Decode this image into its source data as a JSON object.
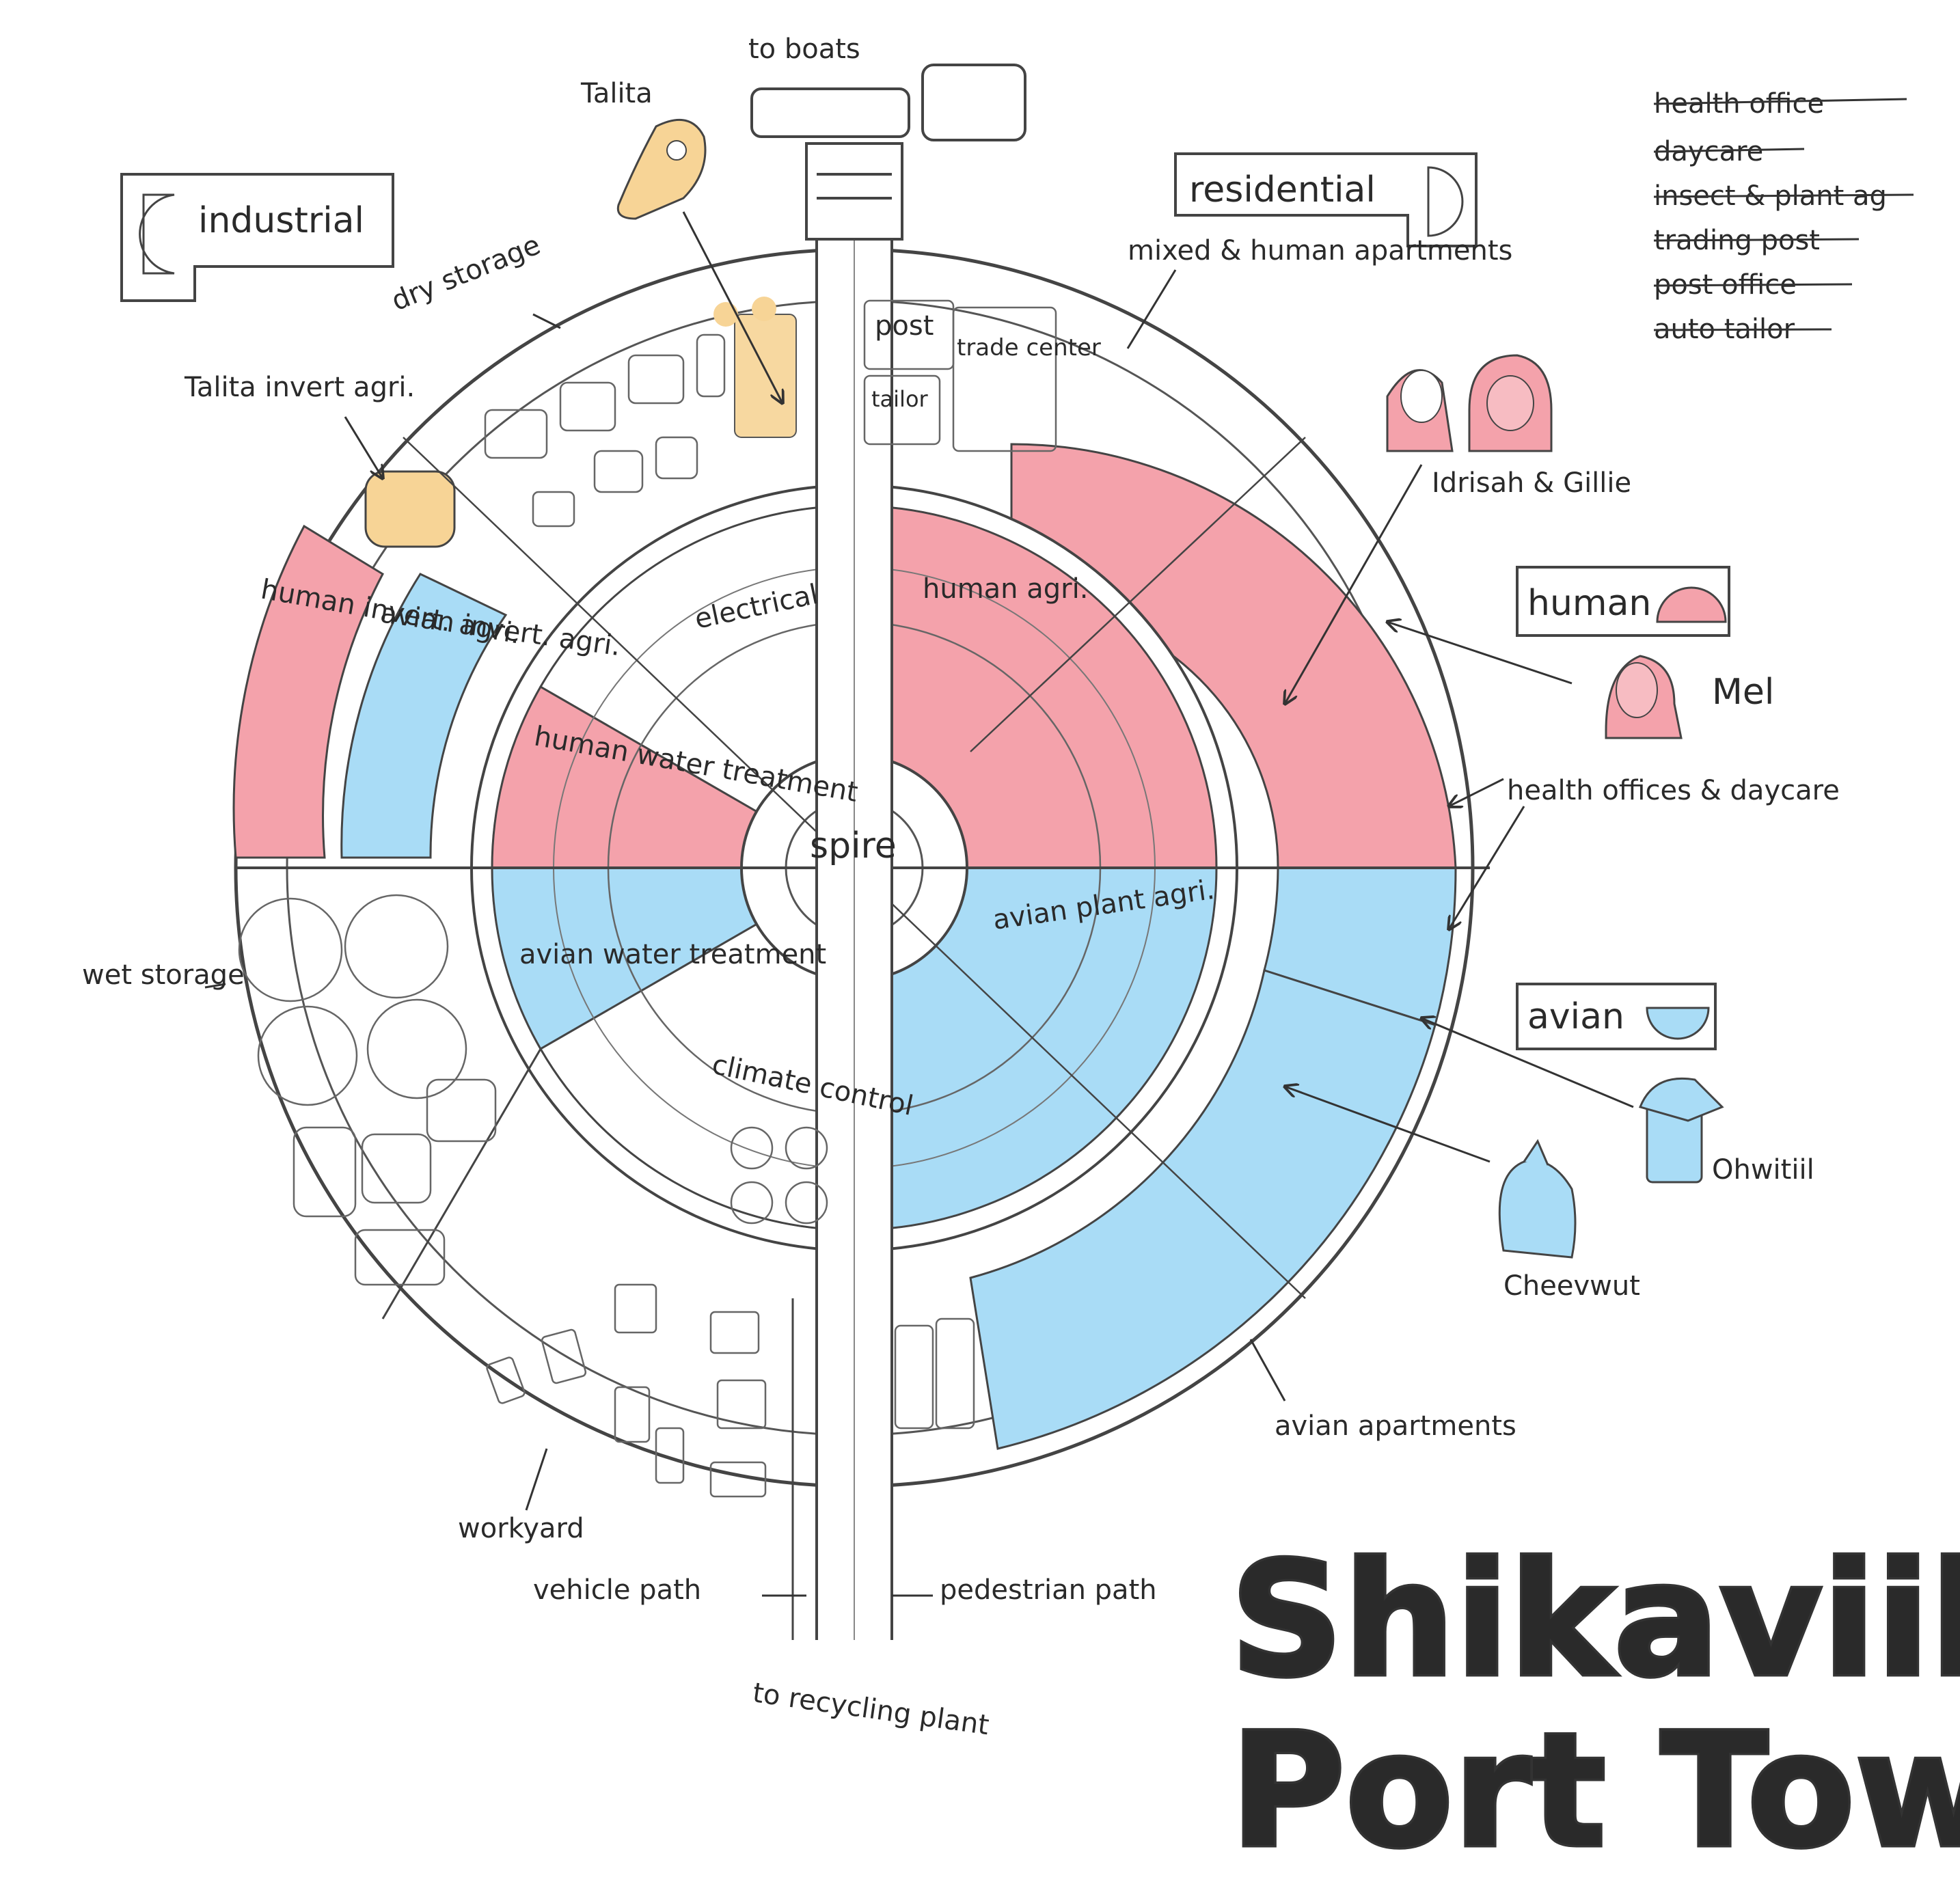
{
  "title": {
    "line1": "Shikaviil",
    "line2": "Port Town"
  },
  "colors": {
    "human": "#f4a2ab",
    "avian": "#a9dcf6",
    "talita": "#f7d496",
    "outline": "#444444",
    "paper": "#ffffff"
  },
  "legend": {
    "industrial": "industrial",
    "residential": "residential",
    "human": "human",
    "avian": "avian"
  },
  "zones": {
    "spire": "spire",
    "electrical": "electrical",
    "climate_control": "climate control",
    "human_water_treatment": "human water treatment",
    "avian_water_treatment": "avian water treatment",
    "human_agri": "human agri.",
    "avian_plant_agri": "avian plant agri.",
    "human_invert_agri": "human invert. agri.",
    "avian_invert_agri": "avian invert. agri.",
    "dry_storage": "dry storage",
    "wet_storage": "wet storage",
    "workyard": "workyard",
    "post": "post",
    "tailor": "tailor",
    "trade_center": "trade center",
    "mixed_human_apartments": "mixed & human apartments",
    "avian_apartments": "avian apartments",
    "health_offices_daycare": "health offices & daycare",
    "talita_invert_agri": "Talita invert agri."
  },
  "paths": {
    "to_boats": "to boats",
    "to_recycling_plant": "to recycling plant",
    "vehicle_path": "vehicle path",
    "pedestrian_path": "pedestrian path"
  },
  "characters": {
    "talita": "Talita",
    "idrisah_gillie": "Idrisah & Gillie",
    "mel": "Mel",
    "ohwitiil": "Ohwitiil",
    "cheevwut": "Cheevwut"
  },
  "checklist": [
    "health office",
    "daycare",
    "insect & plant ag",
    "trading post",
    "post office",
    "auto tailor"
  ]
}
